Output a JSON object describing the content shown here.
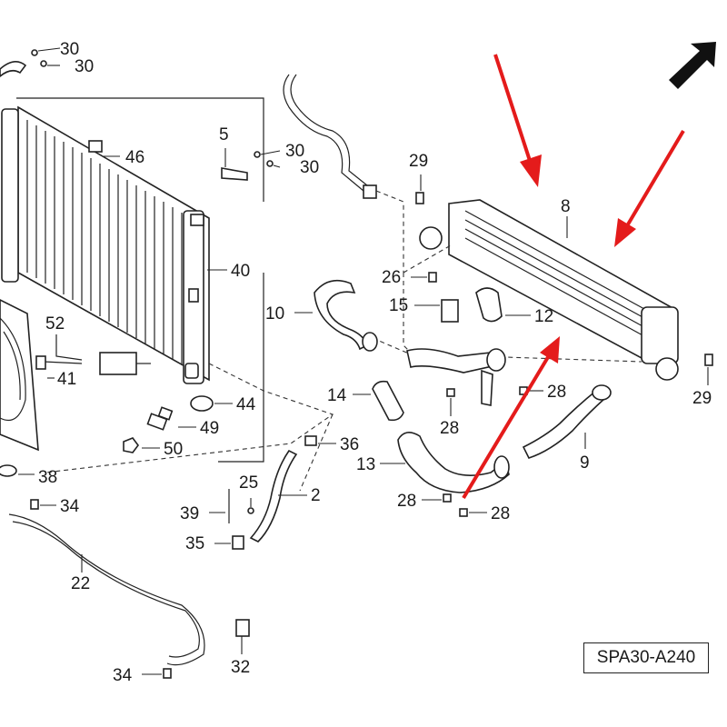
{
  "diagram_id": "SPA30-A240",
  "colors": {
    "annotation_arrow": "#e41b1b",
    "line": "#222222",
    "orientation_arrow": "#111111"
  },
  "callouts": {
    "c30a": "30",
    "c30b": "30",
    "c5": "5",
    "c30c": "30",
    "c30d": "30",
    "c46": "46",
    "c40": "40",
    "c29a": "29",
    "c8": "8",
    "c10": "10",
    "c26": "26",
    "c15": "15",
    "c12": "12",
    "c52": "52",
    "c41": "41",
    "c44": "44",
    "c49": "49",
    "c50": "50",
    "c14": "14",
    "c28a": "28",
    "c28b": "28",
    "c29b": "29",
    "c36": "36",
    "c9": "9",
    "c13": "13",
    "c25": "25",
    "c2": "2",
    "c38": "38",
    "c28c": "28",
    "c28d": "28",
    "c34a": "34",
    "c39": "39",
    "c35": "35",
    "c22": "22",
    "c34b": "34",
    "c32": "32"
  }
}
